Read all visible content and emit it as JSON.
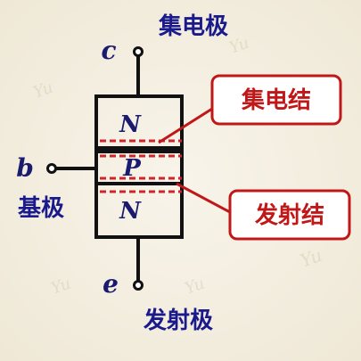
{
  "terminals": {
    "collector": {
      "letter": "c",
      "name": "集电极"
    },
    "base": {
      "letter": "b",
      "name": "基极"
    },
    "emitter": {
      "letter": "e",
      "name": "发射极"
    }
  },
  "regions": {
    "top": "N",
    "middle": "P",
    "bottom": "N"
  },
  "junctions": {
    "collector_junction": "集电结",
    "emitter_junction": "发射结"
  },
  "colors": {
    "line": "#111111",
    "dashed_junction": "#d0252b",
    "callout_border": "#c01818",
    "text_blue": "#1a1a8c"
  }
}
